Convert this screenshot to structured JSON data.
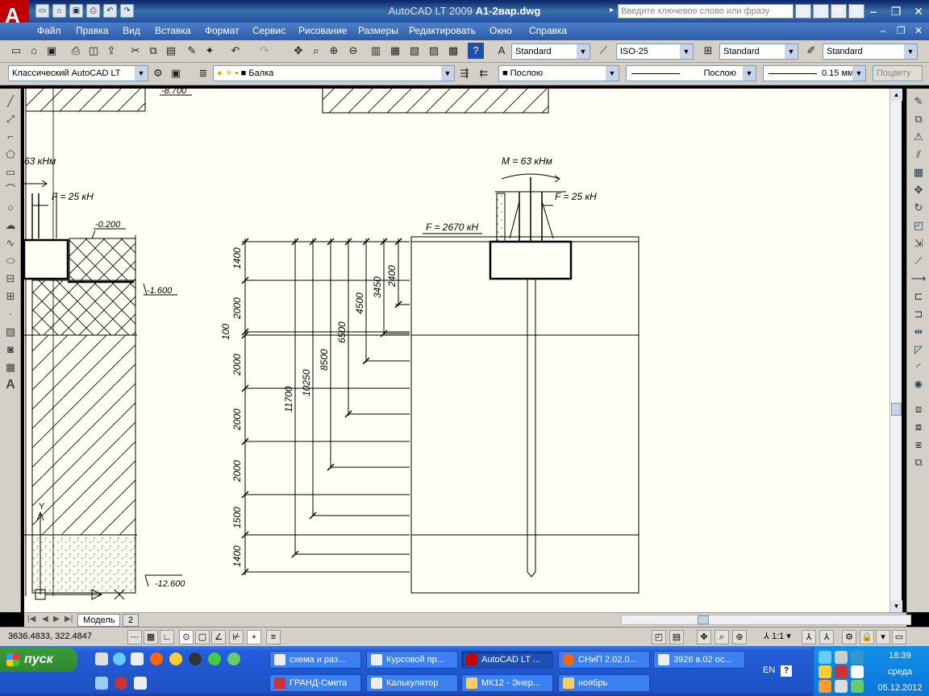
{
  "window": {
    "app_name": "AutoCAD LT 2009",
    "file_name": "A1-2вар.dwg",
    "search_placeholder": "Введите ключевое слово или фразу",
    "logo_letter": "A"
  },
  "menu": [
    "Файл",
    "Правка",
    "Вид",
    "Вставка",
    "Формат",
    "Сервис",
    "Рисование",
    "Размеры",
    "Редактировать",
    "Окно",
    "Справка"
  ],
  "styles": {
    "text_style": "Standard",
    "dim_style": "ISO-25",
    "table_style": "Standard",
    "mleader_style": "Standard"
  },
  "layers": {
    "workspace": "Классический AutoCAD LT",
    "current_layer": "Балка",
    "color": "Послою",
    "linetype": "Послою",
    "lineweight": "0.15 мм",
    "plotstyle": "Поцвету"
  },
  "drawing": {
    "loads": {
      "moment_left": "63 кНм",
      "force_left": "F = 25 кН",
      "moment_right": "M = 63 кНм",
      "force_right": "F = 25 кН",
      "force_vertical": "F = 2670 кН"
    },
    "levels": [
      "-8.700",
      "-0.200",
      "-1.600",
      "-12.600"
    ],
    "layer_dims": [
      "1400",
      "2000",
      "100",
      "2000",
      "2000",
      "2000",
      "1500",
      "1400"
    ],
    "cumulative_dims": [
      "2400",
      "3450",
      "4500",
      "6500",
      "8500",
      "10250",
      "11700"
    ],
    "axis_label": "Y"
  },
  "tabs": {
    "model": "Модель",
    "layout": "2"
  },
  "status": {
    "coordinates": "3636.4833, 322.4847",
    "scale": "1:1"
  },
  "taskbar": {
    "start": "пуск",
    "tasks_row1": [
      "схема и раз...",
      "Курсовой пр...",
      "AutoCAD LT ...",
      "СНиП 2.02.0...",
      "3926 в.02 ос..."
    ],
    "tasks_row2": [
      "ГРАНД-Смета",
      "Калькулятор",
      "МК12 - Энер...",
      "ноябрь"
    ],
    "lang": "EN",
    "time": "18:39",
    "day": "среда",
    "date": "05.12.2012"
  },
  "colors": {
    "canvas_bg": "#fffff5",
    "titlebar": "#2451a8",
    "taskbar": "#245edb",
    "start_green": "#2d8b2d"
  }
}
